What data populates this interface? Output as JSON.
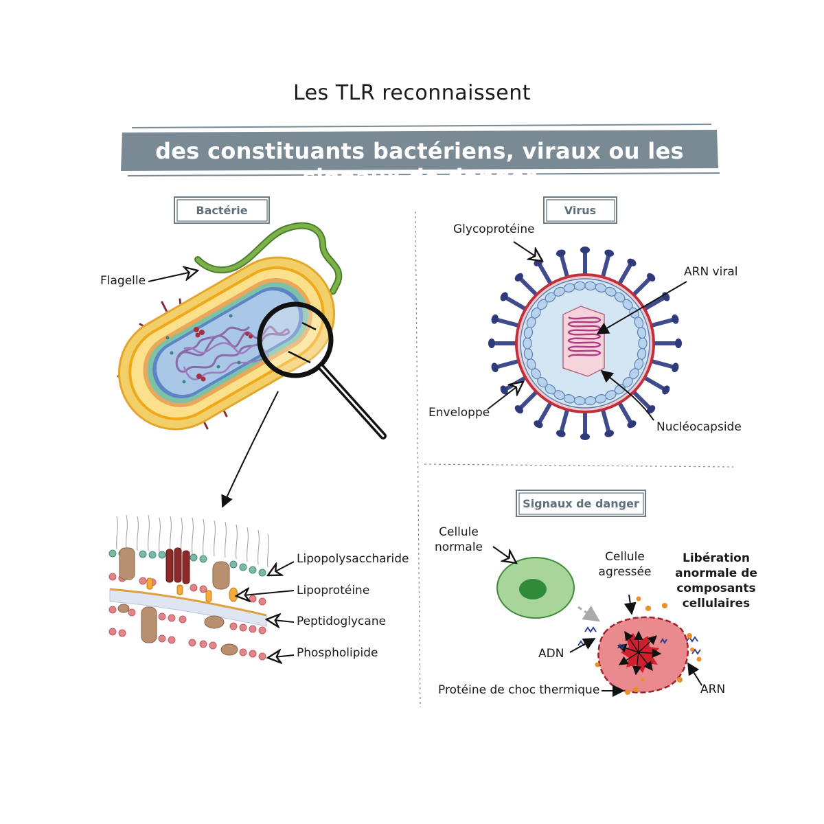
{
  "title": "Les TLR reconnaissent",
  "banner": "des constituants bactériens, viraux ou les signaux de danger",
  "colors": {
    "banner": "#7a8a94",
    "tag_text": "#5f6f7a",
    "bacteria_wall": "#f0c14a",
    "virus_spike": "#3f4b8c",
    "virus_core": "#c8dff0",
    "rna": "#b03b85",
    "damaged_cell": "#e0656a",
    "normal_cell": "#a7d59a",
    "nucleus": "#2f8b3a"
  },
  "bacteria": {
    "tag": "Bactérie",
    "flagelle": "Flagelle",
    "membrane_labels": {
      "lps": "Lipopolysaccharide",
      "lipoprotein": "Lipoprotéine",
      "peptidoglycan": "Peptidoglycane",
      "phospholipid": "Phospholipide"
    }
  },
  "virus": {
    "tag": "Virus",
    "glyco": "Glycoprotéine",
    "rna": "ARN viral",
    "envelope": "Enveloppe",
    "nucleocapsid": "Nucléocapside"
  },
  "danger": {
    "tag": "Signaux de danger",
    "normal_line1": "Cellule",
    "normal_line2": "normale",
    "aggr_line1": "Cellule",
    "aggr_line2": "agressée",
    "release_line1": "Libération",
    "release_line2": "anormale de",
    "release_line3": "composants",
    "release_line4": "cellulaires",
    "dna": "ADN",
    "rna": "ARN",
    "hsp": "Protéine de choc thermique"
  }
}
